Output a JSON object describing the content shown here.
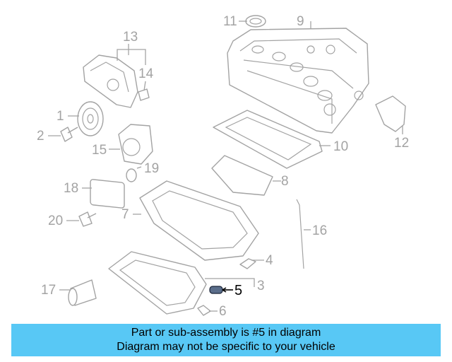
{
  "diagram": {
    "callouts": [
      {
        "id": "1",
        "label": "1"
      },
      {
        "id": "2",
        "label": "2"
      },
      {
        "id": "3",
        "label": "3"
      },
      {
        "id": "4",
        "label": "4"
      },
      {
        "id": "5",
        "label": "5",
        "highlighted": true
      },
      {
        "id": "6",
        "label": "6"
      },
      {
        "id": "7",
        "label": "7"
      },
      {
        "id": "8",
        "label": "8"
      },
      {
        "id": "9",
        "label": "9"
      },
      {
        "id": "10",
        "label": "10"
      },
      {
        "id": "11",
        "label": "11"
      },
      {
        "id": "12",
        "label": "12"
      },
      {
        "id": "13",
        "label": "13"
      },
      {
        "id": "14",
        "label": "14"
      },
      {
        "id": "15",
        "label": "15"
      },
      {
        "id": "16",
        "label": "16"
      },
      {
        "id": "17",
        "label": "17"
      },
      {
        "id": "18",
        "label": "18"
      },
      {
        "id": "19",
        "label": "19"
      },
      {
        "id": "20",
        "label": "20"
      }
    ],
    "colors": {
      "line_art": "#a3a3a3",
      "highlight_part": "#5a6d8a",
      "highlight_text": "#000000",
      "banner_background": "#58c8f5"
    }
  },
  "banner": {
    "line1": "Part or sub-assembly is #5 in diagram",
    "line2": "Diagram may not be specific to your vehicle"
  }
}
